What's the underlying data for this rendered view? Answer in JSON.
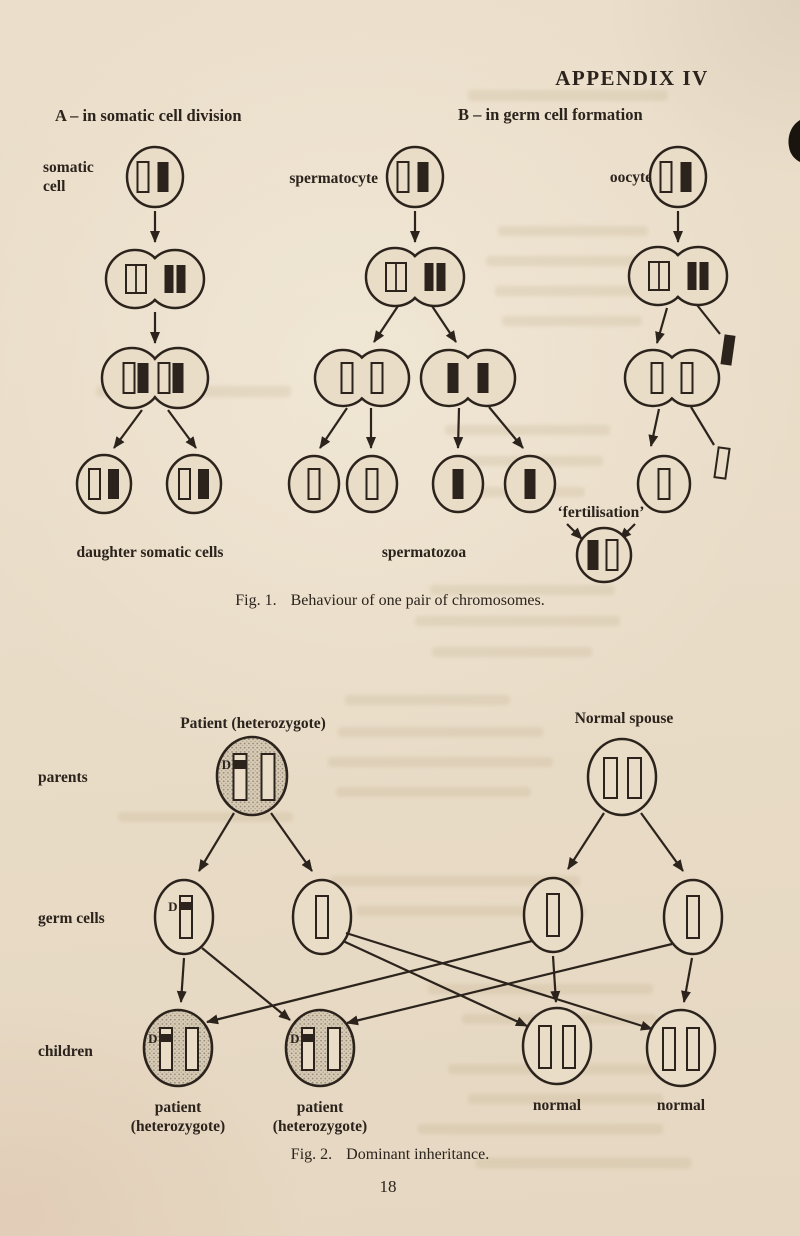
{
  "page": {
    "header": "APPENDIX IV",
    "number": "18"
  },
  "fig1": {
    "col_a_title": "A – in somatic cell division",
    "col_b_title": "B – in germ cell formation",
    "somatic_line1": "somatic",
    "somatic_line2": "cell",
    "spermatocyte": "spermatocyte",
    "oocyte": "oocyte",
    "daughter_cells": "daughter somatic cells",
    "spermatozoa": "spermatozoa",
    "fertilisation": "‘fertilisation’",
    "caption_label": "Fig. 1.",
    "caption_text": "Behaviour of one pair of chromosomes."
  },
  "fig2": {
    "patient_title": "Patient (heterozygote)",
    "spouse_title": "Normal spouse",
    "row_parents": "parents",
    "row_germ": "germ cells",
    "row_children": "children",
    "gene_label": "D",
    "children": [
      {
        "line1": "patient",
        "line2": "(heterozygote)"
      },
      {
        "line1": "patient",
        "line2": "(heterozygote)"
      },
      {
        "line1": "normal"
      },
      {
        "line1": "normal"
      }
    ],
    "caption_label": "Fig. 2.",
    "caption_text": "Dominant inheritance."
  },
  "colors": {
    "paper": "#e9ddc8",
    "ink": "#2b231c"
  }
}
